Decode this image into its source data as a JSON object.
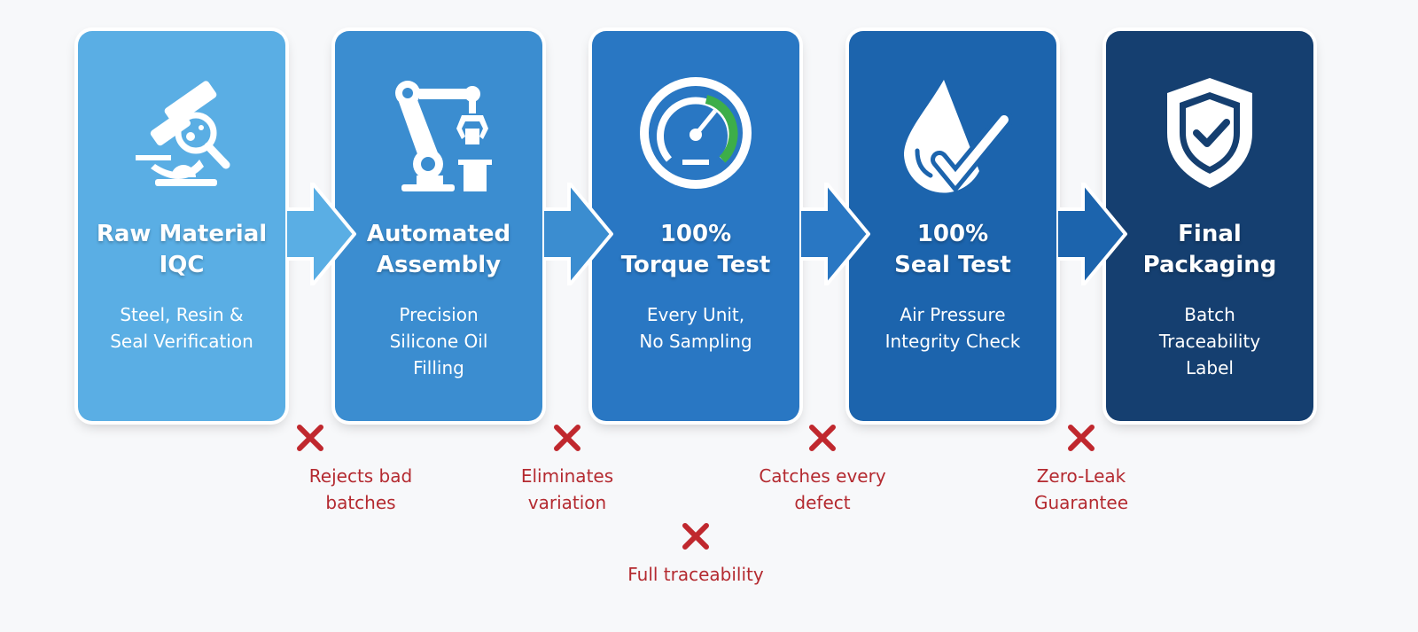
{
  "steps": [
    {
      "title_1": "Raw Material",
      "title_2": "IQC",
      "desc_1": "Steel, Resin &",
      "desc_2": "Seal Verification",
      "desc_3": "",
      "color": "#5aaee4",
      "icon": "microscope-icon"
    },
    {
      "title_1": "Automated",
      "title_2": "Assembly",
      "desc_1": "Precision",
      "desc_2": "Silicone Oil",
      "desc_3": "Filling",
      "color": "#3b8dd0",
      "icon": "robot-arm-icon"
    },
    {
      "title_1": "100%",
      "title_2": "Torque Test",
      "desc_1": "Every Unit,",
      "desc_2": "No Sampling",
      "desc_3": "",
      "color": "#2977c3",
      "icon": "gauge-icon"
    },
    {
      "title_1": "100%",
      "title_2": "Seal Test",
      "desc_1": "Air Pressure",
      "desc_2": "Integrity Check",
      "desc_3": "",
      "color": "#1c64ad",
      "icon": "water-drop-check-icon"
    },
    {
      "title_1": "Final",
      "title_2": "Packaging",
      "desc_1": "Batch",
      "desc_2": "Traceability",
      "desc_3": "Label",
      "color": "#153f70",
      "icon": "shield-check-icon"
    }
  ],
  "benefits": [
    {
      "line_1": "Rejects bad",
      "line_2": "batches"
    },
    {
      "line_1": "Eliminates",
      "line_2": "variation"
    },
    {
      "line_1": "Catches every",
      "line_2": "defect"
    },
    {
      "line_1": "Zero-Leak",
      "line_2": "Guarantee"
    },
    {
      "line_1": "Full traceability",
      "line_2": ""
    }
  ],
  "colors": {
    "red": "#c0282e",
    "gauge_green": "#3dae49"
  }
}
